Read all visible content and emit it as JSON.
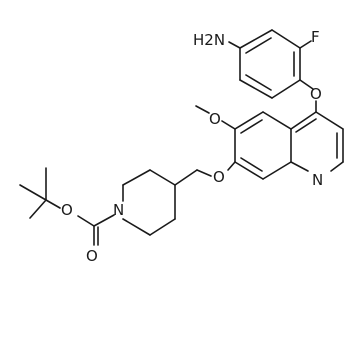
{
  "molecule": {
    "bond_color": "#1a1a1a",
    "background": "#ffffff",
    "atoms": {
      "amine": "H2N",
      "fluorine": "F",
      "ether_oxygen_aryl": "O",
      "methoxy_oxygen": "O",
      "linker_oxygen": "O",
      "quinoline_nitrogen": "N",
      "piperidine_nitrogen": "N",
      "ester_oxygen": "O",
      "carbonyl_oxygen": "O"
    }
  }
}
